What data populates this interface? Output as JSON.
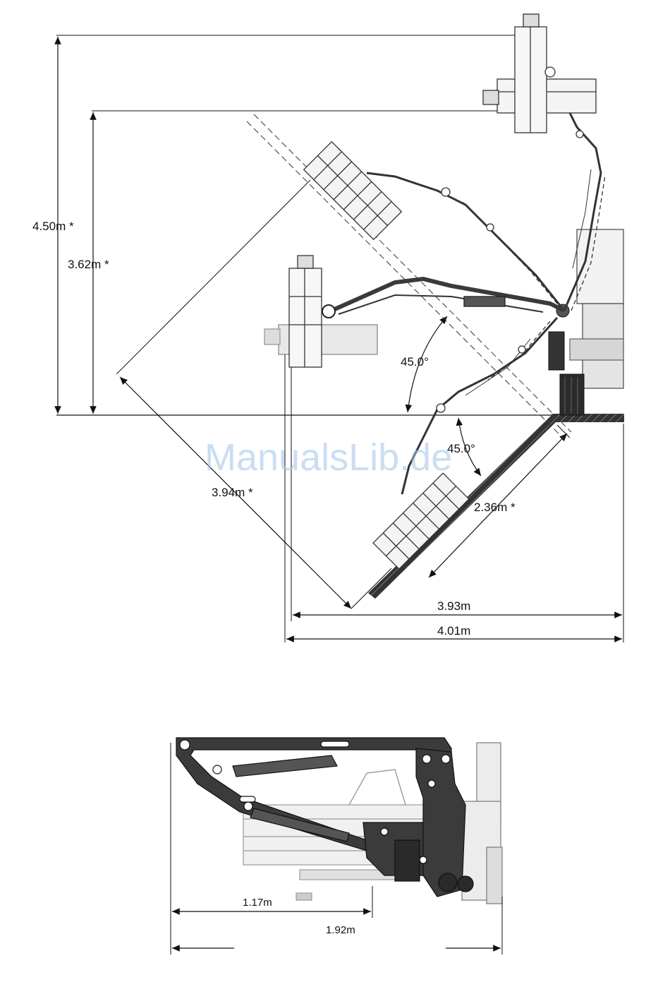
{
  "dimensions": {
    "height_max": "4.50m *",
    "height_arm": "3.62m *",
    "reach_diag": "3.94m *",
    "slope_reach": "2.36m *",
    "angle_upper": "45.0°",
    "angle_lower": "45.0°",
    "reach_ground": "3.93m",
    "reach_total": "4.01m",
    "transport_a": "1.17m",
    "transport_b": "1.92m"
  },
  "watermark": "ManualsLib.de"
}
